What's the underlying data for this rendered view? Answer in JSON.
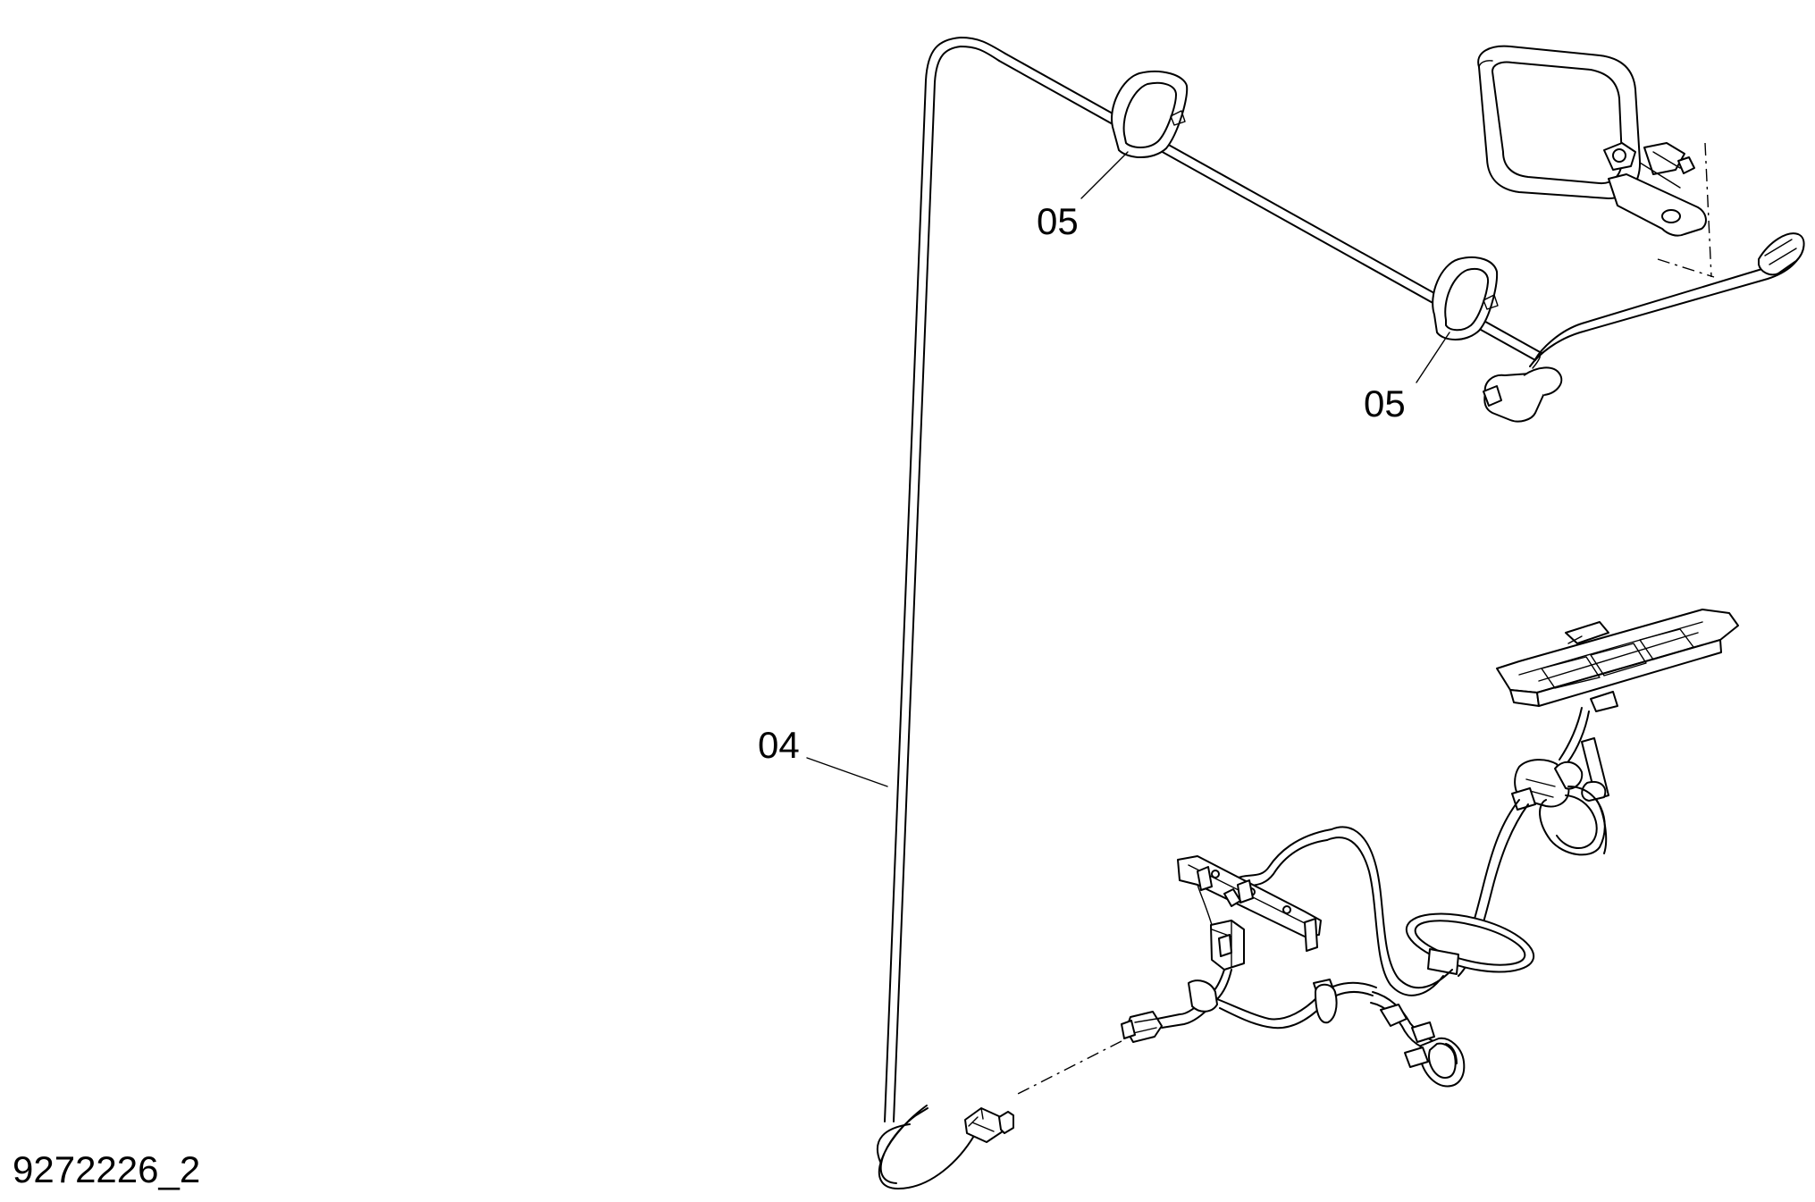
{
  "diagram": {
    "figure_id": "9272226_2",
    "callouts": [
      {
        "id": "callout-04",
        "label": "04"
      },
      {
        "id": "callout-05-upper",
        "label": "05"
      },
      {
        "id": "callout-05-lower",
        "label": "05"
      }
    ]
  }
}
